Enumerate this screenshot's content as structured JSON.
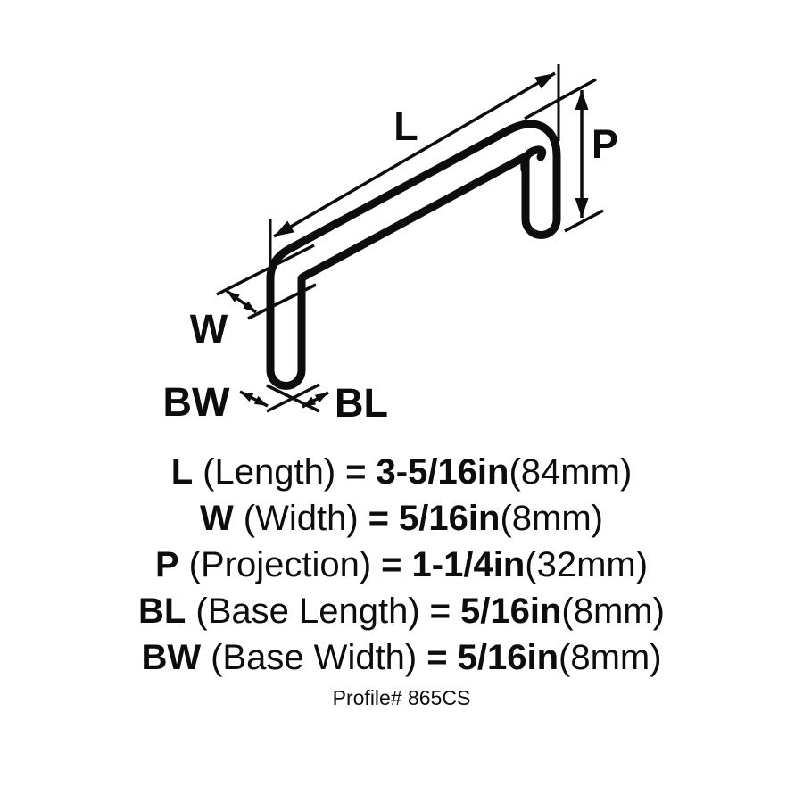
{
  "page": {
    "background": "#ffffff",
    "ink": "#0d0d0d"
  },
  "diagram": {
    "labels": {
      "length": "L",
      "projection": "P",
      "width": "W",
      "base_width": "BW",
      "base_length": "BL"
    }
  },
  "specs": {
    "rows": [
      {
        "symbol": "L",
        "name": "(Length)",
        "equals": "=",
        "value": "3-5/16in",
        "metric": "(84mm)"
      },
      {
        "symbol": "W",
        "name": "(Width)",
        "equals": "=",
        "value": "5/16in",
        "metric": "(8mm)"
      },
      {
        "symbol": "P",
        "name": "(Projection)",
        "equals": "=",
        "value": "1-1/4in",
        "metric": "(32mm)"
      },
      {
        "symbol": "BL",
        "name": "(Base Length)",
        "equals": "=",
        "value": "5/16in",
        "metric": "(8mm)"
      },
      {
        "symbol": "BW",
        "name": "(Base Width)",
        "equals": "=",
        "value": "5/16in",
        "metric": "(8mm)"
      }
    ],
    "profile": "Profile# 865CS"
  }
}
